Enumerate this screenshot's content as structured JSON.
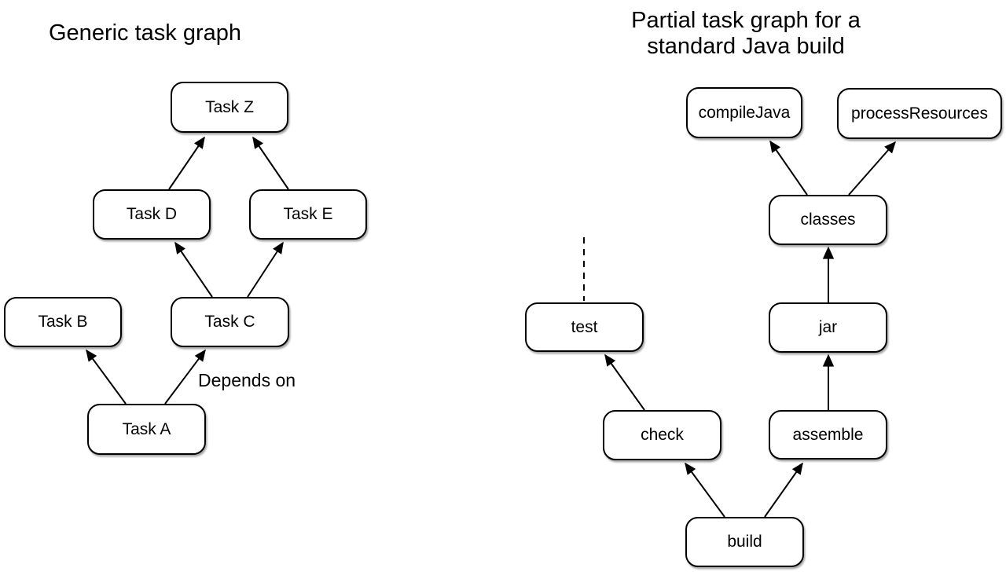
{
  "colors": {
    "stroke": "#000000",
    "node_fill": "#ffffff",
    "background": "#ffffff"
  },
  "diagrams": {
    "left": {
      "title": "Generic task graph",
      "annotation": "Depends on",
      "nodes": {
        "task_z": {
          "label": "Task Z"
        },
        "task_d": {
          "label": "Task D"
        },
        "task_e": {
          "label": "Task E"
        },
        "task_b": {
          "label": "Task B"
        },
        "task_c": {
          "label": "Task C"
        },
        "task_a": {
          "label": "Task A"
        }
      },
      "edges": [
        {
          "from": "Task D",
          "to": "Task Z",
          "relation": "depends on",
          "style": "solid"
        },
        {
          "from": "Task E",
          "to": "Task Z",
          "relation": "depends on",
          "style": "solid"
        },
        {
          "from": "Task C",
          "to": "Task D",
          "relation": "depends on",
          "style": "solid"
        },
        {
          "from": "Task C",
          "to": "Task E",
          "relation": "depends on",
          "style": "solid"
        },
        {
          "from": "Task A",
          "to": "Task B",
          "relation": "depends on",
          "style": "solid"
        },
        {
          "from": "Task A",
          "to": "Task C",
          "relation": "depends on",
          "style": "solid",
          "label": "Depends on"
        }
      ]
    },
    "right": {
      "title_line1": "Partial task graph for a",
      "title_line2": "standard Java build",
      "nodes": {
        "compile_java": {
          "label": "compileJava"
        },
        "process_resources": {
          "label": "processResources"
        },
        "classes": {
          "label": "classes"
        },
        "test": {
          "label": "test"
        },
        "jar": {
          "label": "jar"
        },
        "check": {
          "label": "check"
        },
        "assemble": {
          "label": "assemble"
        },
        "build": {
          "label": "build"
        }
      },
      "edges": [
        {
          "from": "classes",
          "to": "compileJava",
          "relation": "depends on",
          "style": "solid"
        },
        {
          "from": "classes",
          "to": "processResources",
          "relation": "depends on",
          "style": "solid"
        },
        {
          "from": "jar",
          "to": "classes",
          "relation": "depends on",
          "style": "solid"
        },
        {
          "from": "assemble",
          "to": "jar",
          "relation": "depends on",
          "style": "solid"
        },
        {
          "from": "check",
          "to": "test",
          "relation": "depends on",
          "style": "solid"
        },
        {
          "from": "build",
          "to": "check",
          "relation": "depends on",
          "style": "solid"
        },
        {
          "from": "build",
          "to": "assemble",
          "relation": "depends on",
          "style": "solid"
        },
        {
          "from": "test",
          "to": null,
          "relation": "continues upward (truncated)",
          "style": "dashed"
        }
      ]
    }
  }
}
